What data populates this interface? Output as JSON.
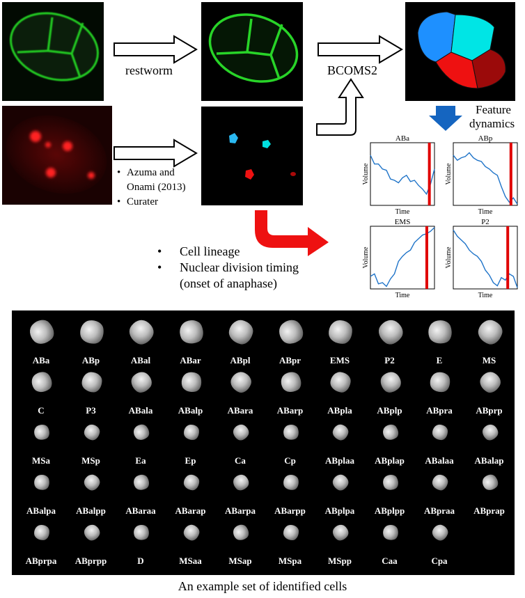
{
  "labels": {
    "restworm": "restworm",
    "bcoms2": "BCOMS2",
    "feature_line1": "Feature",
    "feature_line2": "dynamics",
    "azuma_bullet": "•",
    "azuma_line1": "Azuma and",
    "azuma_line2": "Onami (2013)",
    "curater_bullet": "•",
    "curater": "Curater",
    "lineage_bullet": "•",
    "lineage": "Cell lineage",
    "timing_bullet": "•",
    "timing_line1": "Nuclear division timing",
    "timing_line2": "(onset of anaphase)"
  },
  "plots": [
    {
      "title": "ABa",
      "xlabel": "Time",
      "ylabel": "Volume"
    },
    {
      "title": "ABp",
      "xlabel": "Time",
      "ylabel": "Volume"
    },
    {
      "title": "EMS",
      "xlabel": "Time",
      "ylabel": "Volume"
    },
    {
      "title": "P2",
      "xlabel": "Time",
      "ylabel": "Volume"
    }
  ],
  "cells": [
    "ABa",
    "ABp",
    "ABal",
    "ABar",
    "ABpl",
    "ABpr",
    "EMS",
    "P2",
    "E",
    "MS",
    "C",
    "P3",
    "ABala",
    "ABalp",
    "ABara",
    "ABarp",
    "ABpla",
    "ABplp",
    "ABpra",
    "ABprp",
    "MSa",
    "MSp",
    "Ea",
    "Ep",
    "Ca",
    "Cp",
    "ABplaa",
    "ABplap",
    "ABalaa",
    "ABalap",
    "ABalpa",
    "ABalpp",
    "ABaraa",
    "ABarap",
    "ABarpa",
    "ABarpp",
    "ABplpa",
    "ABplpp",
    "ABpraa",
    "ABprap",
    "ABprpa",
    "ABprpp",
    "D",
    "MSaa",
    "MSap",
    "MSpa",
    "MSpp",
    "Caa",
    "Cpa"
  ],
  "caption": "An example set of identified cells",
  "colors": {
    "membrane": "#22c922",
    "nucleus": "#e01010",
    "seg_blue": "#1e90ff",
    "seg_cyan": "#00e5e5",
    "seg_red": "#ee1111",
    "seg_darkred": "#9b0a0a",
    "line": "#1e73c8",
    "marker": "#e00000",
    "arrow_blue": "#1565c0",
    "arrow_red": "#ee1111"
  }
}
